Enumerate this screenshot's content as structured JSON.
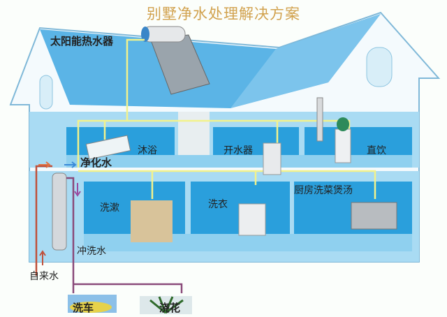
{
  "title": "别墅净水处理解决方案",
  "labels": {
    "solar_heater": "太阳能热水器",
    "bath": "沐浴",
    "boiler": "开水器",
    "direct_drink": "直饮",
    "purified_water": "净化水",
    "wash_face": "洗漱",
    "laundry": "洗衣",
    "kitchen": "厨房洗菜煲汤",
    "flush_water": "冲洗水",
    "tap_water": "自来水",
    "car_wash": "洗车",
    "watering": "浇花"
  },
  "colors": {
    "roof": "#5bb4e6",
    "room": "#2a9fdc",
    "floor": "#a9dbf3",
    "purified_pipe": "#f2f28c",
    "tap_pipe": "#c0503a",
    "flush_pipe": "#8a4a7a",
    "title": "#d1a24e"
  }
}
